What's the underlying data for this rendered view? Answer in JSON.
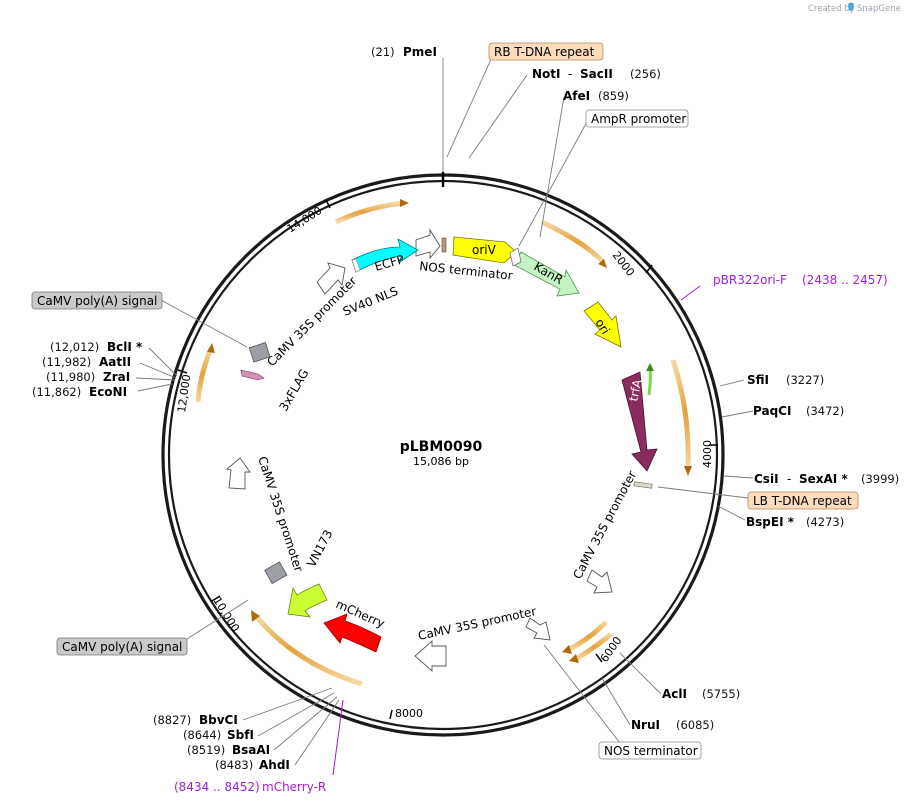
{
  "watermark": {
    "prefix": "Created by",
    "brand": "SnapGene"
  },
  "plasmid": {
    "name": "pLBM0090",
    "size": "15,086 bp"
  },
  "ticks": [
    "2000",
    "4000",
    "6000",
    "8000",
    "10,000",
    "12,000",
    "14,000"
  ],
  "enzymes": [
    {
      "name": "PmeI",
      "pos": "(21)"
    },
    {
      "name": "NotI",
      "name2": "SacII",
      "pos": "(256)"
    },
    {
      "name": "AfeI",
      "pos": "(859)"
    },
    {
      "name": "SfiI",
      "pos": "(3227)"
    },
    {
      "name": "PaqCI",
      "pos": "(3472)"
    },
    {
      "name": "CsiI",
      "name2": "SexAI *",
      "pos": "(3999)"
    },
    {
      "name": "BspEI *",
      "pos": "(4273)"
    },
    {
      "name": "AclI",
      "pos": "(5755)"
    },
    {
      "name": "NruI",
      "pos": "(6085)"
    },
    {
      "name": "BbvCI",
      "pos": "(8827)"
    },
    {
      "name": "SbfI",
      "pos": "(8644)"
    },
    {
      "name": "BsaAI",
      "pos": "(8519)"
    },
    {
      "name": "AhdI",
      "pos": "(8483)"
    },
    {
      "name": "BclI *",
      "pos": "(12,012)"
    },
    {
      "name": "AatII",
      "pos": "(11,982)"
    },
    {
      "name": "ZraI",
      "pos": "(11,980)"
    },
    {
      "name": "EcoNI",
      "pos": "(11,862)"
    }
  ],
  "callouts": {
    "rb_repeat": "RB T-DNA repeat",
    "ampr_promoter": "AmpR promoter",
    "lb_repeat": "LB T-DNA repeat",
    "nos_terminator": "NOS terminator",
    "polya_top": "CaMV poly(A) signal",
    "polya_bottom": "CaMV poly(A) signal"
  },
  "primers": {
    "pbr322": {
      "name": "pBR322ori-F",
      "pos": "(2438 .. 2457)"
    },
    "mcherry": {
      "name": "mCherry-R",
      "pos": "(8434 .. 8452)"
    }
  },
  "features": {
    "oriV": "oriV",
    "kanR": "KanR",
    "ori": "ori",
    "trfA": "trfA",
    "nos_term_inner": "NOS terminator",
    "ecfp": "ECFP",
    "sv40": "SV40 NLS",
    "p35s_top": "CaMV 35S promoter",
    "flag": "3xFLAG",
    "p35s_left": "CaMV 35S promoter",
    "vn173": "VN173",
    "mcherry": "mCherry",
    "p35s_bottom": "CaMV 35S promoter",
    "p35s_right": "CaMV 35S promoter"
  },
  "colors": {
    "backbone": "#1a1a1a",
    "oriV": "#ffff00",
    "kanR": "#c6f2c6",
    "ori": "#ffff00",
    "trfA": "#8b2c5e",
    "ecfp": "#00ffff",
    "vn173": "#ccff33",
    "mcherry": "#ff0000",
    "flag": "#d58fb5",
    "polyA": "#9aa0a6",
    "orf": "#e3a23c",
    "callout_orange": "#fcdcbc",
    "callout_gray": "#c7c9cb",
    "primer": "#a21ed6"
  }
}
